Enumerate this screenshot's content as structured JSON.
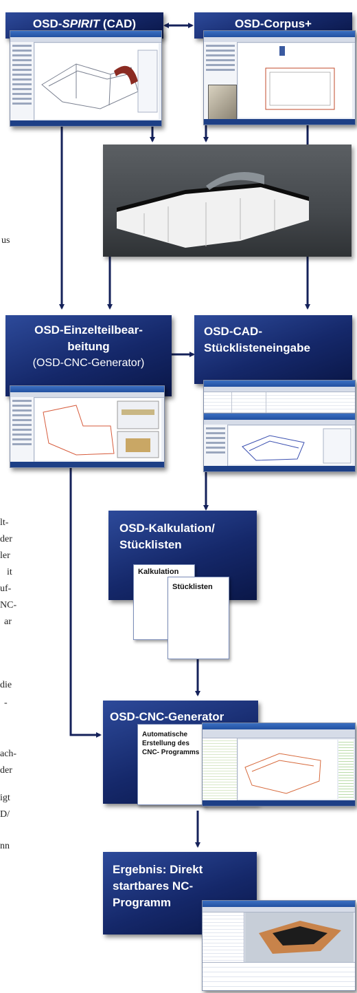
{
  "colors": {
    "box_blue": "#15286a",
    "arrow": "#14215a",
    "screen_bar": "#2250a0"
  },
  "boxes": {
    "spirit": {
      "prefix": "OSD-",
      "italic": "SPIRIT",
      "suffix": " (CAD)"
    },
    "corpus": {
      "label": "OSD-Corpus+"
    },
    "einzelteil": {
      "line1": "OSD-Einzelteilbear-",
      "line2": "beitung",
      "line3": "(OSD-CNC-Generator)"
    },
    "cad_stueckliste": {
      "line1": "OSD-CAD-",
      "line2": "Stücklisteneingabe"
    },
    "kalkulation": {
      "line1": "OSD-Kalkulation/",
      "line2": "Stücklisten",
      "doc1": "Kalkulation",
      "doc2": "Stücklisten"
    },
    "cnc_generator": {
      "line1": "OSD-CNC-Generator",
      "doc_lines": [
        "Automatische",
        "Erstellung des",
        "CNC-",
        "Programms"
      ]
    },
    "ergebnis": {
      "line1": "Ergebnis: Direkt",
      "line2": "startbares NC-",
      "line3": "Programm"
    }
  },
  "side_text_fragments": [
    "us",
    "lt-",
    "der",
    "ler",
    "it",
    "uf-",
    "NC-",
    "ar",
    "die",
    "-",
    "ach-",
    "der",
    "igt",
    "D/",
    "nn"
  ]
}
